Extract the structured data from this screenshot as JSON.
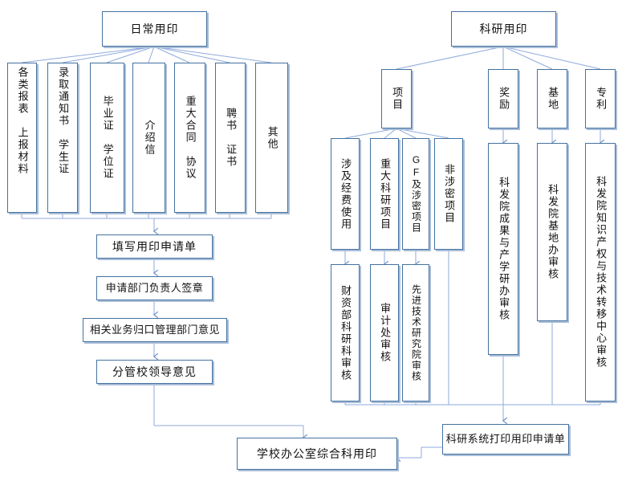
{
  "diagram": {
    "title_left": "日常用印",
    "title_right": "科研用印",
    "colors": {
      "box_border": "#4472A0",
      "connector": "#8FAADC",
      "shadow": "#A9BDD8",
      "text": "#111111"
    },
    "left_branch": {
      "root": "日常用印",
      "categories": [
        "各类报表　上报材料",
        "录取通知书　学生证",
        "毕业证　学位证",
        "介绍信",
        "重大合同　协议",
        "聘书　证书",
        "其他"
      ],
      "steps": [
        "填写用印申请单",
        "申请部门负责人签章",
        "相关业务归口管理部门意见",
        "分管校领导意见"
      ]
    },
    "right_branch": {
      "root": "科研用印",
      "categories": [
        "项目",
        "奖励",
        "基地",
        "专利"
      ],
      "project_children": [
        "涉及经费使用",
        "重大科研项目",
        "GF及涉密项目",
        "非涉密项目"
      ],
      "project_reviews": [
        "财资部科研科审核",
        "审计处审核",
        "先进技术研究院审核"
      ],
      "award_review": "科发院成果与产学研办审核",
      "base_review": "科发院基地办审核",
      "patent_review": "科发院知识产权与技术转移中心审核",
      "print_form": "科研系统打印用印申请单"
    },
    "final": "学校办公室综合科用印"
  }
}
